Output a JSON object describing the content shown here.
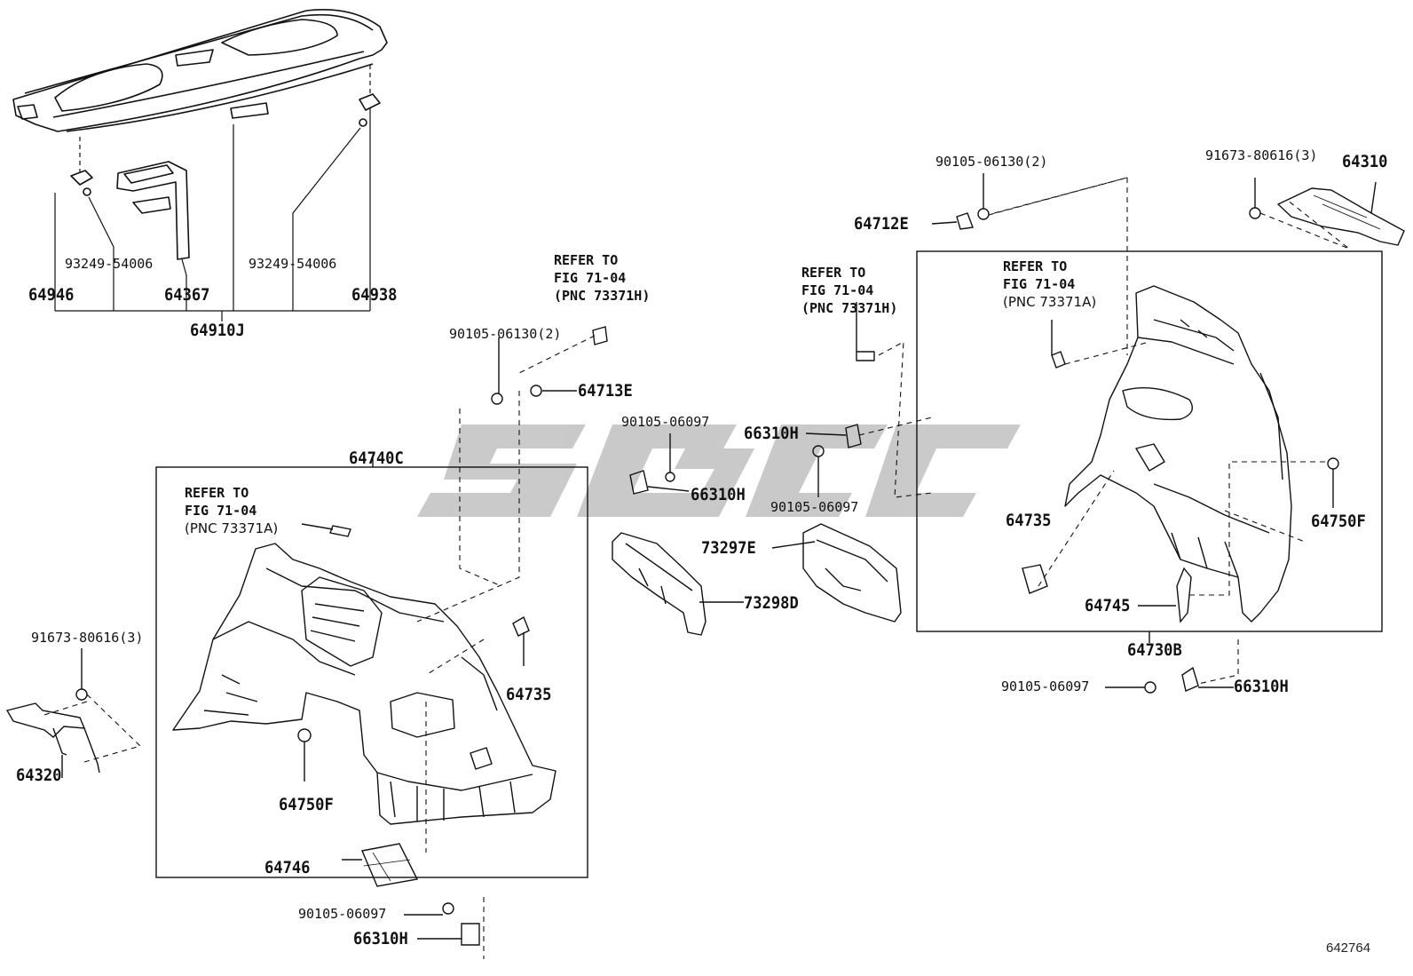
{
  "watermark": "SCGC",
  "diagram_code": "642764",
  "labels": {
    "p64946": "64946",
    "p64367": "64367",
    "p64938": "64938",
    "p64910J": "64910J",
    "b93249_l": "93249-54006",
    "b93249_r": "93249-54006",
    "p64713E": "64713E",
    "b90105_06130_c": "90105-06130(2)",
    "p64740C": "64740C",
    "p66310H_c": "66310H",
    "b90105_06097_c": "90105-06097",
    "p73297E": "73297E",
    "p73298D": "73298D",
    "p66310H_m": "66310H",
    "b90105_06097_m": "90105-06097",
    "p64712E": "64712E",
    "b90105_06130_r": "90105-06130(2)",
    "b91673_r": "91673-80616(3)",
    "p64310": "64310",
    "p64735_r": "64735",
    "p64750F_r": "64750F",
    "p64745": "64745",
    "p64730B": "64730B",
    "b90105_06097_r": "90105-06097",
    "p66310H_r": "66310H",
    "b91673_l": "91673-80616(3)",
    "p64320": "64320",
    "p64735_l": "64735",
    "p64750F_l": "64750F",
    "p64746": "64746",
    "b90105_06097_b": "90105-06097",
    "p66310H_b": "66310H"
  },
  "refs": {
    "ref_left": {
      "line1": "REFER TO",
      "line2": "FIG 71-04",
      "line3": "(PNC 73371A)"
    },
    "ref_center": {
      "line1": "REFER TO",
      "line2": "FIG 71-04",
      "line3": "(PNC 73371H)"
    },
    "ref_mid": {
      "line1": "REFER TO",
      "line2": "FIG 71-04",
      "line3": "(PNC 73371H)"
    },
    "ref_right": {
      "line1": "REFER TO",
      "line2": "FIG 71-04",
      "line3": "(PNC 73371A)"
    }
  }
}
